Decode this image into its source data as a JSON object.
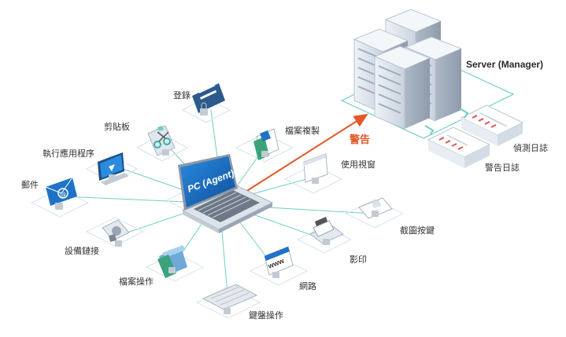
{
  "server": {
    "label": "Server (Manager)"
  },
  "alert": {
    "label": "警告"
  },
  "laptop": {
    "screen_text": "PC (Agent)"
  },
  "logs": {
    "detect": "偵測日誌",
    "alert": "警告日誌"
  },
  "nodes": {
    "login": "登錄",
    "clipboard": "剪貼板",
    "execute": "執行應用程序",
    "mail": "郵件",
    "device": "設備鏈接",
    "file_ops": "檔案操作",
    "keyboard": "鍵盤操作",
    "network": "網路",
    "print": "影印",
    "screenshot": "截圖按鍵",
    "window": "使用視窗",
    "file_copy": "檔案複製"
  },
  "icon_text": {
    "www": "www"
  },
  "colors": {
    "connector": "#6fcfc0",
    "alert_arrow": "#e2582a",
    "tile_stroke": "#d7e3ea",
    "screen": "#1e73c6"
  }
}
